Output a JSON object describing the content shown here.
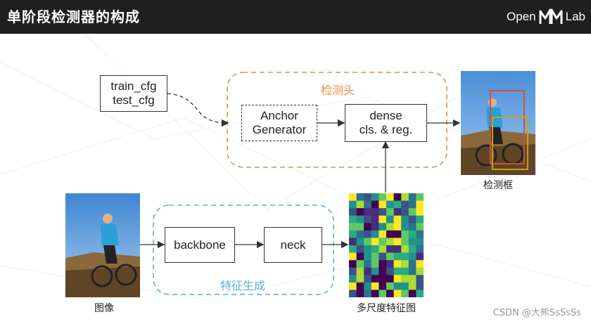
{
  "header": {
    "title": "单阶段检测器的构成",
    "logo_left": "Open",
    "logo_right": "Lab"
  },
  "diagram": {
    "config_box": [
      "train_cfg",
      "test_cfg"
    ],
    "head_group_label": "检测头",
    "anchor_box": [
      "Anchor",
      "Generator"
    ],
    "dense_box": [
      "dense",
      "cls. & reg."
    ],
    "feature_group_label": "特征生成",
    "backbone_label": "backbone",
    "neck_label": "neck",
    "input_caption": "图像",
    "featmap_caption": "多尺度特征图",
    "output_caption": "检测框"
  },
  "colors": {
    "head_group": "#ef8c3a",
    "feature_group": "#55b3d8",
    "header_bg": "#1f1f1f"
  },
  "watermark": "CSDN @大熊SsSsSs"
}
